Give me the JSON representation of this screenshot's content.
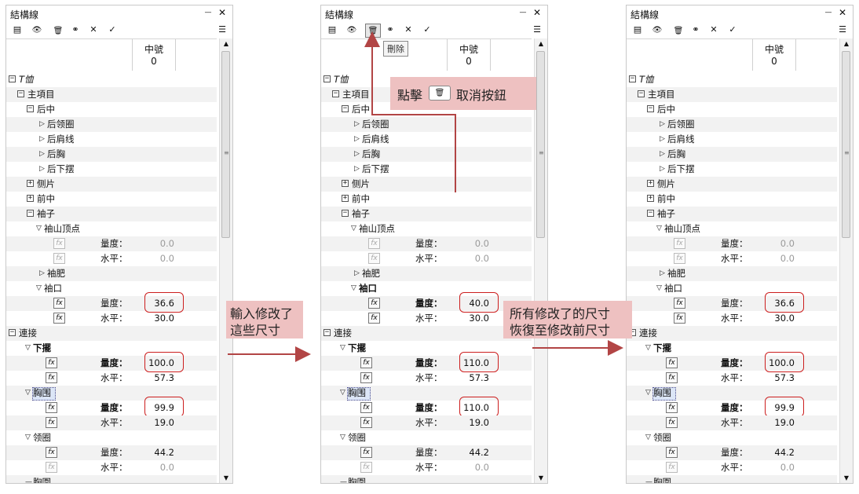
{
  "panels": [
    {
      "title": "結構線",
      "column": {
        "name": "中號",
        "index": "0"
      },
      "delete_pressed": false,
      "tree": {
        "root": "T恤",
        "main": "主項目",
        "back": "后中",
        "back_items": [
          "后领圈",
          "后肩线",
          "后胸",
          "后下摆"
        ],
        "side": "侧片",
        "front": "前中",
        "sleeve": "袖子",
        "cap_top": "袖山顶点",
        "measure": "量度：",
        "horizontal": "水平：",
        "cap_measure": "0.0",
        "cap_horizontal": "0.0",
        "bicep": "袖肥",
        "cuff": "袖口",
        "cuff_measure": "36.6",
        "cuff_horizontal": "30.0",
        "connect": "連接",
        "hem": "下擺",
        "hem_measure": "100.0",
        "hem_horizontal": "57.3",
        "chest": "胸围",
        "chest_measure": "99.9",
        "chest_horizontal": "19.0",
        "neck": "领圈",
        "neck_measure": "44.2",
        "neck_horizontal": "0.0",
        "next": "胸圍"
      }
    },
    {
      "title": "結構線",
      "column": {
        "name": "中號",
        "index": "0"
      },
      "delete_pressed": true,
      "tree": {
        "root": "T恤",
        "main": "主項目",
        "back": "后中",
        "back_items": [
          "后领圈",
          "后肩线",
          "后胸",
          "后下摆"
        ],
        "side": "侧片",
        "front": "前中",
        "sleeve": "袖子",
        "cap_top": "袖山顶点",
        "measure": "量度：",
        "horizontal": "水平：",
        "cap_measure": "0.0",
        "cap_horizontal": "0.0",
        "bicep": "袖肥",
        "cuff": "袖口",
        "cuff_measure": "40.0",
        "cuff_horizontal": "30.0",
        "connect": "連接",
        "hem": "下擺",
        "hem_measure": "110.0",
        "hem_horizontal": "57.3",
        "chest": "胸围",
        "chest_measure": "110.0",
        "chest_horizontal": "19.0",
        "neck": "领圈",
        "neck_measure": "44.2",
        "neck_horizontal": "0.0",
        "next": "胸圍"
      }
    },
    {
      "title": "結構線",
      "column": {
        "name": "中號",
        "index": "0"
      },
      "delete_pressed": false,
      "tree": {
        "root": "T恤",
        "main": "主項目",
        "back": "后中",
        "back_items": [
          "后领圈",
          "后肩线",
          "后胸",
          "后下摆"
        ],
        "side": "侧片",
        "front": "前中",
        "sleeve": "袖子",
        "cap_top": "袖山顶点",
        "measure": "量度：",
        "horizontal": "水平：",
        "cap_measure": "0.0",
        "cap_horizontal": "0.0",
        "bicep": "袖肥",
        "cuff": "袖口",
        "cuff_measure": "36.6",
        "cuff_horizontal": "30.0",
        "connect": "連接",
        "hem": "下擺",
        "hem_measure": "100.0",
        "hem_horizontal": "57.3",
        "chest": "胸围",
        "chest_measure": "99.9",
        "chest_horizontal": "19.0",
        "neck": "领圈",
        "neck_measure": "44.2",
        "neck_horizontal": "0.0",
        "next": "胸圍"
      }
    }
  ],
  "annotations": {
    "tooltip": "刪除",
    "click_prefix": "點擊",
    "click_suffix": "取消按鈕",
    "input_line1": "輸入修改了",
    "input_line2": "這些尺寸",
    "restore_line1": "所有修改了的尺寸",
    "restore_line2": "恢復至修改前尺寸"
  },
  "icons": [
    "list-icon",
    "eye-icon",
    "trash-icon",
    "link-icon",
    "close-icon",
    "check-icon",
    "menu-icon"
  ],
  "colors": {
    "highlight": "#cc1e1e",
    "callout": "#eec1c1",
    "arrow": "#b24545"
  }
}
